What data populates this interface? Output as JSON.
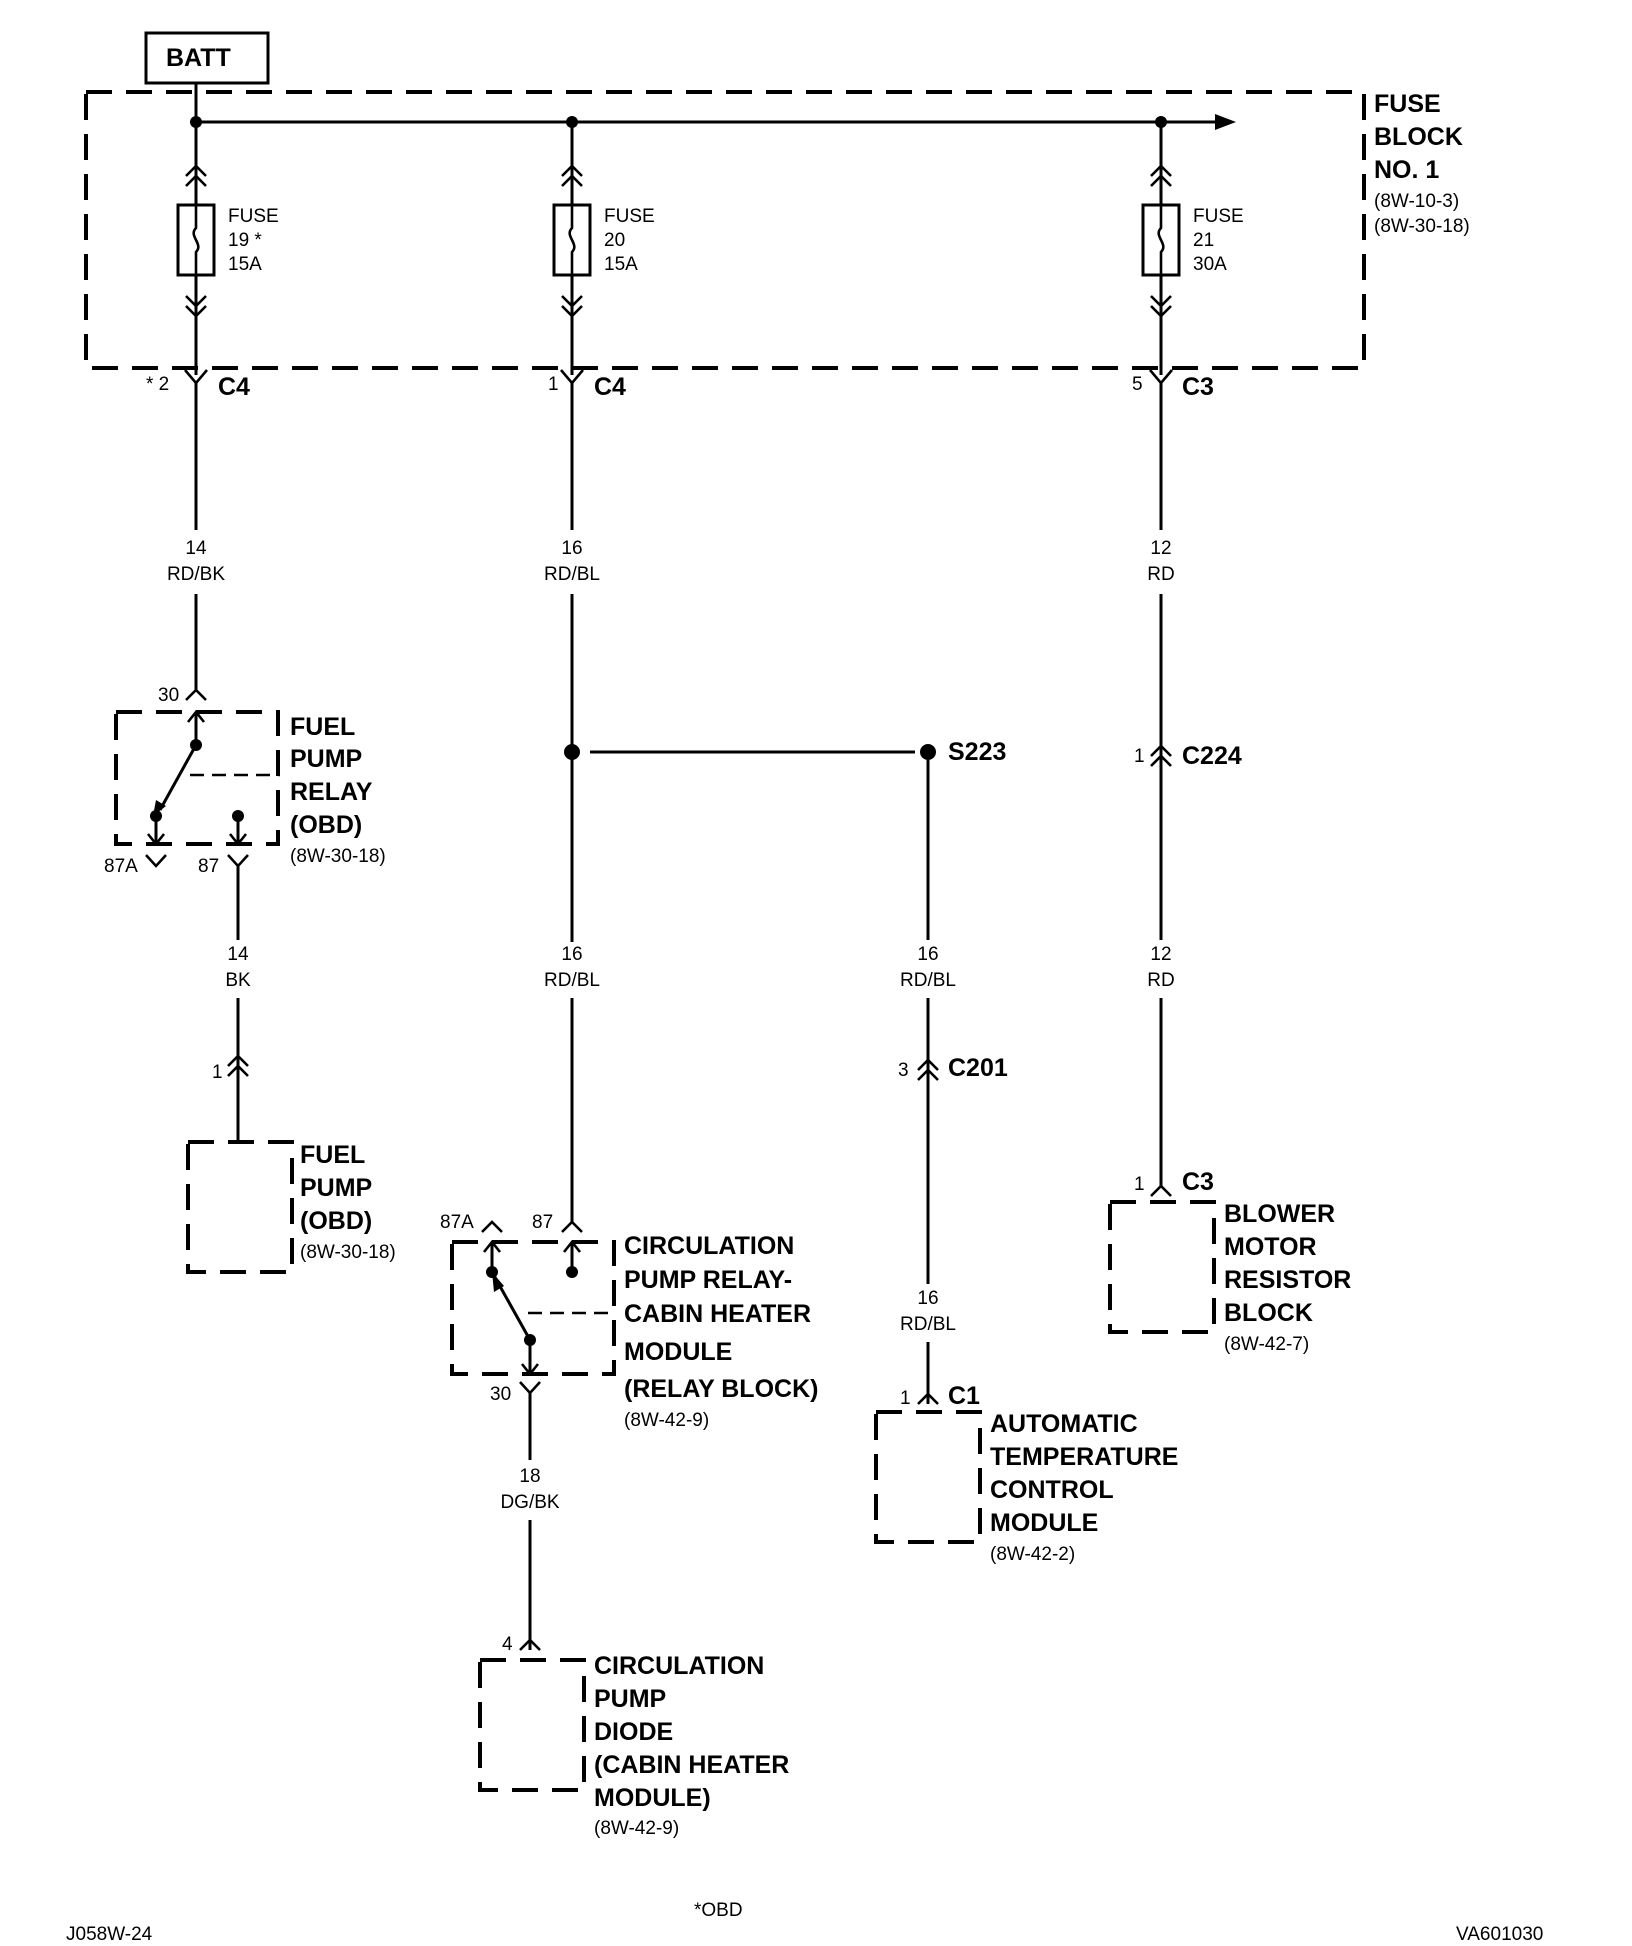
{
  "batt": "BATT",
  "fuse_block": {
    "lines": [
      "FUSE",
      "BLOCK",
      "NO. 1"
    ],
    "refs": [
      "(8W-10-3)",
      "(8W-30-18)"
    ]
  },
  "fuses": [
    {
      "label": "FUSE",
      "number": "19 *",
      "rating": "15A"
    },
    {
      "label": "FUSE",
      "number": "20",
      "rating": "15A"
    },
    {
      "label": "FUSE",
      "number": "21",
      "rating": "30A"
    }
  ],
  "connectors": {
    "c4_left": {
      "pin": "* 2",
      "name": "C4"
    },
    "c4_mid": {
      "pin": "1",
      "name": "C4"
    },
    "c3_right": {
      "pin": "5",
      "name": "C3"
    },
    "c224": {
      "pin": "1",
      "name": "C224"
    },
    "c201": {
      "pin": "3",
      "name": "C201"
    },
    "c3_blower": {
      "pin": "1",
      "name": "C3"
    },
    "c1": {
      "pin": "1",
      "name": "C1"
    },
    "fp_pin": {
      "pin": "1"
    },
    "diode_pin": {
      "pin": "4"
    }
  },
  "splice": "S223",
  "wires": [
    {
      "gauge": "14",
      "color": "RD/BK"
    },
    {
      "gauge": "16",
      "color": "RD/BL"
    },
    {
      "gauge": "12",
      "color": "RD"
    },
    {
      "gauge": "14",
      "color": "BK"
    },
    {
      "gauge": "16",
      "color": "RD/BL"
    },
    {
      "gauge": "16",
      "color": "RD/BL"
    },
    {
      "gauge": "12",
      "color": "RD"
    },
    {
      "gauge": "16",
      "color": "RD/BL"
    },
    {
      "gauge": "18",
      "color": "DG/BK"
    }
  ],
  "fuel_pump_relay": {
    "lines": [
      "FUEL",
      "PUMP",
      "RELAY",
      "(OBD)"
    ],
    "ref": "(8W-30-18)",
    "pins": {
      "p30": "30",
      "p87a": "87A",
      "p87": "87"
    }
  },
  "fuel_pump": {
    "lines": [
      "FUEL",
      "PUMP",
      "(OBD)"
    ],
    "ref": "(8W-30-18)"
  },
  "circ_relay": {
    "lines": [
      "CIRCULATION",
      "PUMP RELAY-",
      "CABIN HEATER",
      "MODULE",
      "(RELAY BLOCK)"
    ],
    "ref": "(8W-42-9)",
    "pins": {
      "p87a": "87A",
      "p87": "87",
      "p30": "30"
    }
  },
  "circ_diode": {
    "lines": [
      "CIRCULATION",
      "PUMP",
      "DIODE",
      "(CABIN HEATER",
      "MODULE)"
    ],
    "ref": "(8W-42-9)"
  },
  "atc_module": {
    "lines": [
      "AUTOMATIC",
      "TEMPERATURE",
      "CONTROL",
      "MODULE"
    ],
    "ref": "(8W-42-2)"
  },
  "blower": {
    "lines": [
      "BLOWER",
      "MOTOR",
      "RESISTOR",
      "BLOCK"
    ],
    "ref": "(8W-42-7)"
  },
  "footer": {
    "left": "J058W-24",
    "center": "*OBD",
    "right": "VA601030"
  }
}
